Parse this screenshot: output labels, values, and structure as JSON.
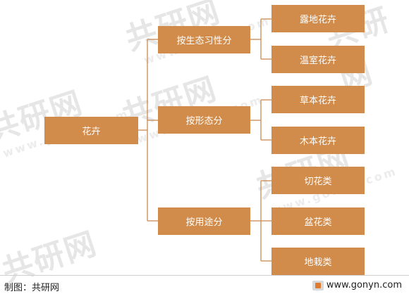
{
  "diagram": {
    "root": {
      "label": "花卉"
    },
    "categories": [
      {
        "label": "按生态习性分",
        "children": [
          "露地花卉",
          "温室花卉"
        ]
      },
      {
        "label": "按形态分",
        "children": [
          "草本花卉",
          "木本花卉"
        ]
      },
      {
        "label": "按用途分",
        "children": [
          "切花类",
          "盆花类",
          "地栽类"
        ]
      }
    ]
  },
  "footer": {
    "source": "制图：共研网",
    "site": "www.gonyn.com"
  },
  "watermark": {
    "logo": "共研网",
    "url": "www.gonyn.com"
  },
  "colors": {
    "node_fill": "#d18c4b",
    "node_text": "#ffffff",
    "connector": "#c98a52"
  }
}
